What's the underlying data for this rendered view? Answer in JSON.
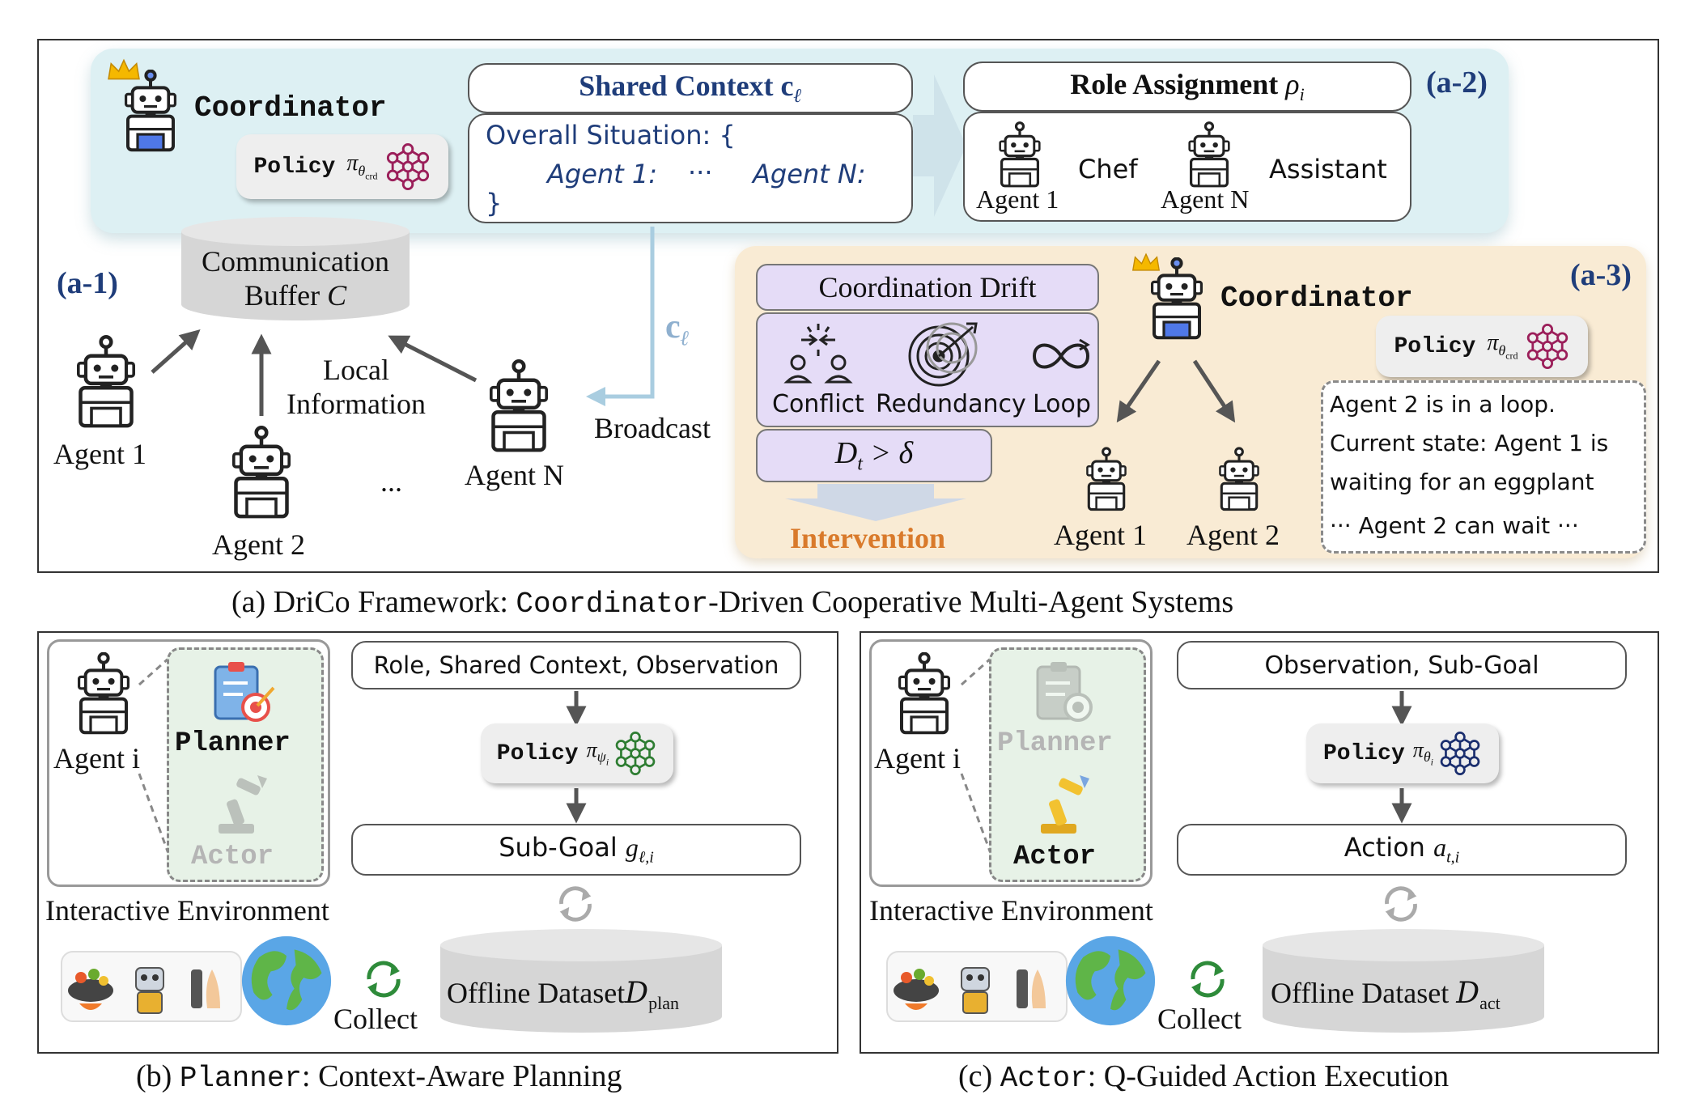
{
  "colors": {
    "top_panel": "#ddf0f3",
    "orange_panel": "#f9ebd4",
    "purple_box": "#e5dcf7",
    "green_panel": "#e7f2e7",
    "navy_text": "#1f3d7a",
    "intervention": "#d97a2b",
    "broadcast_arrow": "#a9cde0",
    "policy_crd_icon": "#9b1f5a",
    "policy_psi_icon": "#2e7d32",
    "policy_theta_icon": "#1a2e6e"
  },
  "icons": {
    "robot": "robot-icon",
    "crown": "crown-icon",
    "network": "neural-network-icon",
    "conflict": "conflict-icon",
    "redundancy": "target-icon",
    "loop": "infinity-loop-icon",
    "globe": "globe-icon",
    "cycle": "cycle-arrows-icon"
  },
  "panel_a": {
    "caption_prefix": "(a) DriCo Framework: ",
    "caption_mono": "Coordinator",
    "caption_suffix": "-Driven Cooperative Multi-Agent Systems",
    "a1": {
      "tag": "(a-1)",
      "buffer_line1": "Communication",
      "buffer_line2": "Buffer ",
      "buffer_symbol": "C",
      "local_info_line1": "Local",
      "local_info_line2": "Information",
      "agents": [
        "Agent 1",
        "Agent 2",
        "Agent N"
      ],
      "ellipsis": "..."
    },
    "a2": {
      "tag": "(a-2)",
      "coordinator": "Coordinator",
      "policy": "Policy",
      "policy_symbol": "π",
      "policy_sub": "θ",
      "policy_subsub": "crd",
      "shared_context_title": "Shared Context c",
      "shared_context_sub": "ℓ",
      "overall_situation": "Overall Situation: {",
      "agent_1": "Agent 1:",
      "dots": "···",
      "agent_n": "Agent N:",
      "close_brace": "}",
      "role_title": "Role Assignment ",
      "role_symbol": "ρ",
      "role_sub": "i",
      "role_agent1": "Agent 1",
      "role_chef": "Chef",
      "role_agentn": "Agent N",
      "role_assistant": "Assistant",
      "broadcast_symbol": "c",
      "broadcast_sub": "ℓ",
      "broadcast": "Broadcast"
    },
    "a3": {
      "tag": "(a-3)",
      "drift_title": "Coordination Drift",
      "conflict": "Conflict",
      "redundancy": "Redundancy",
      "loop": "Loop",
      "threshold_D": "D",
      "threshold_sub": "t",
      "threshold_rest": " > δ",
      "intervention": "Intervention",
      "coordinator": "Coordinator",
      "policy": "Policy",
      "policy_symbol": "π",
      "policy_sub": "θ",
      "policy_subsub": "crd",
      "agent_1": "Agent 1",
      "agent_2": "Agent 2",
      "message_lines": [
        "Agent 2 is in a loop.",
        "Current state: Agent 1 is",
        "waiting for an eggplant",
        "··· Agent 2 can wait ···"
      ]
    }
  },
  "panel_b": {
    "caption_prefix": "(b) ",
    "caption_mono": "Planner",
    "caption_suffix": ": Context-Aware Planning",
    "agent": "Agent i",
    "planner": "Planner",
    "actor": "Actor",
    "input": "Role, Shared Context, Observation",
    "policy": "Policy",
    "policy_symbol": "π",
    "policy_sub": "ψ",
    "policy_subsub": "i",
    "output": "Sub-Goal ",
    "output_symbol": "g",
    "output_sub": "ℓ,i",
    "env": "Interactive Environment",
    "collect": "Collect",
    "dataset": "Offline Dataset",
    "dataset_symbol": "D",
    "dataset_sub": "plan"
  },
  "panel_c": {
    "caption_prefix": "(c) ",
    "caption_mono": "Actor",
    "caption_suffix": ": Q-Guided Action Execution",
    "agent": "Agent i",
    "planner": "Planner",
    "actor": "Actor",
    "input": "Observation, Sub-Goal",
    "policy": "Policy",
    "policy_symbol": "π",
    "policy_sub": "θ",
    "policy_subsub": "i",
    "output": "Action ",
    "output_symbol": "a",
    "output_sub": "t,i",
    "env": "Interactive Environment",
    "collect": "Collect",
    "dataset": "Offline Dataset ",
    "dataset_symbol": "D",
    "dataset_sub": "act"
  }
}
